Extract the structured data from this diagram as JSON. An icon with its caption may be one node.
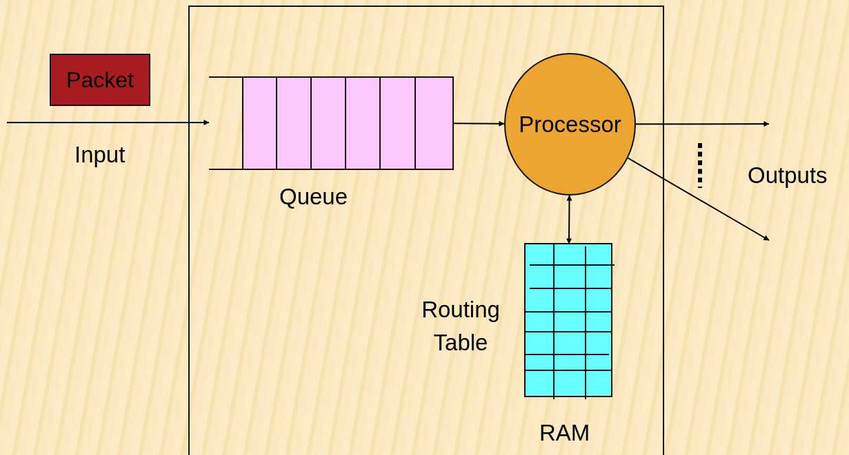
{
  "diagram": {
    "nodes": [
      {
        "text": [],
        "shape": "box"
      },
      {
        "text": [
          "Packet"
        ]
      },
      {
        "text": [
          "Queue"
        ],
        "in": 0
      },
      {
        "text": [
          "Processor"
        ],
        "in": 0
      },
      {
        "text": [
          "RAM"
        ],
        "beside": [
          "Routing Table"
        ],
        "in": 0
      }
    ],
    "edges": [
      {
        "from": null,
        "to": 2,
        "arrow": "to",
        "label": "Input"
      },
      {
        "from": 2,
        "to": 3,
        "arrow": "to"
      },
      {
        "from": 3,
        "to": null,
        "arrow": "to"
      },
      {
        "from": 3,
        "to": null,
        "arrow": "to"
      },
      {
        "from": 3,
        "to": 4,
        "arrow": "both"
      }
    ],
    "labels": [
      "Outputs"
    ]
  }
}
